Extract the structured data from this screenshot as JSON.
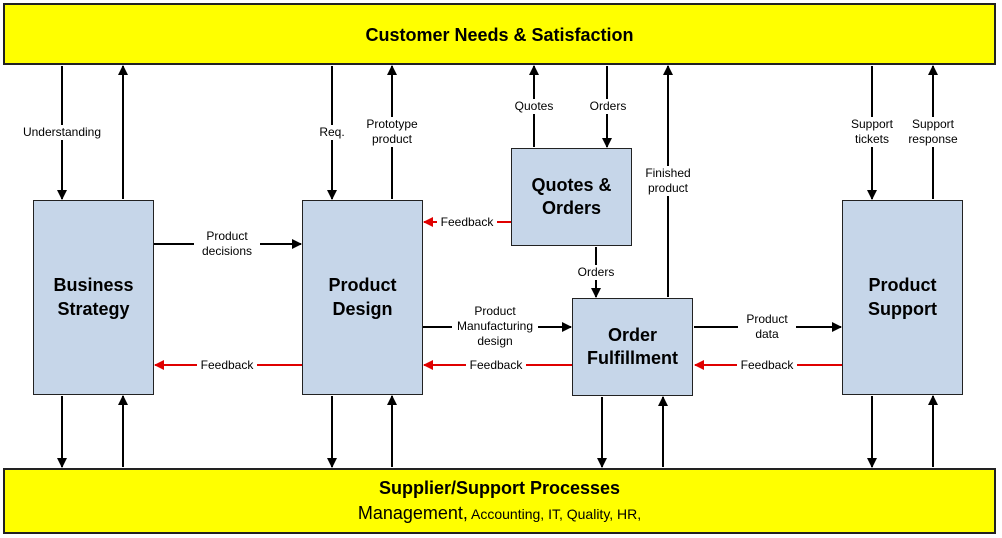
{
  "top_band": {
    "title": "Customer Needs & Satisfaction"
  },
  "bottom_band": {
    "title": "Supplier/Support Processes",
    "subtitle_main": "Management,",
    "subtitle_rest": " Accounting, IT, Quality, HR,"
  },
  "boxes": {
    "business_strategy": "Business\nStrategy",
    "product_design": "Product\nDesign",
    "quotes_orders": "Quotes &\nOrders",
    "order_fulfillment": "Order\nFulfillment",
    "product_support": "Product\nSupport"
  },
  "labels": {
    "understanding": "Understanding",
    "req": "Req.",
    "prototype_product": "Prototype\nproduct",
    "quotes": "Quotes",
    "orders_top": "Orders",
    "finished_product": "Finished\nproduct",
    "support_tickets": "Support\ntickets",
    "support_response": "Support\nresponse",
    "product_decisions": "Product\ndecisions",
    "feedback_quotes": "Feedback",
    "orders_mid": "Orders",
    "product_manufacturing_design": "Product\nManufacturing\ndesign",
    "product_data": "Product\ndata",
    "feedback_strategy": "Feedback",
    "feedback_design": "Feedback",
    "feedback_support": "Feedback"
  },
  "colors": {
    "band": "#ffff00",
    "box": "#c6d6e9",
    "arrow": "#000000",
    "feedback_arrow": "#e00000"
  }
}
